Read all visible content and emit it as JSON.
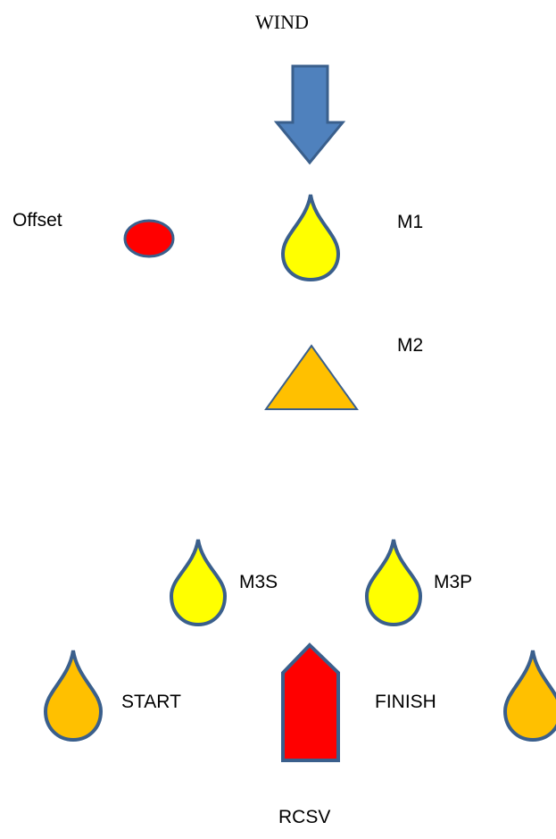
{
  "title": "WIND",
  "marks": {
    "offset": "Offset",
    "m1": "M1",
    "m2": "M2",
    "m3s": "M3S",
    "m3p": "M3P",
    "start": "START",
    "finish": "FINISH",
    "committee_boat": "RCSV"
  },
  "colors": {
    "wind_arrow": "#4f81bd",
    "outline": "#3a5f8c",
    "yellow_mark": "#ffff00",
    "orange_mark": "#ffc000",
    "offset_mark": "#ff0000",
    "committee_boat": "#ff0000"
  }
}
